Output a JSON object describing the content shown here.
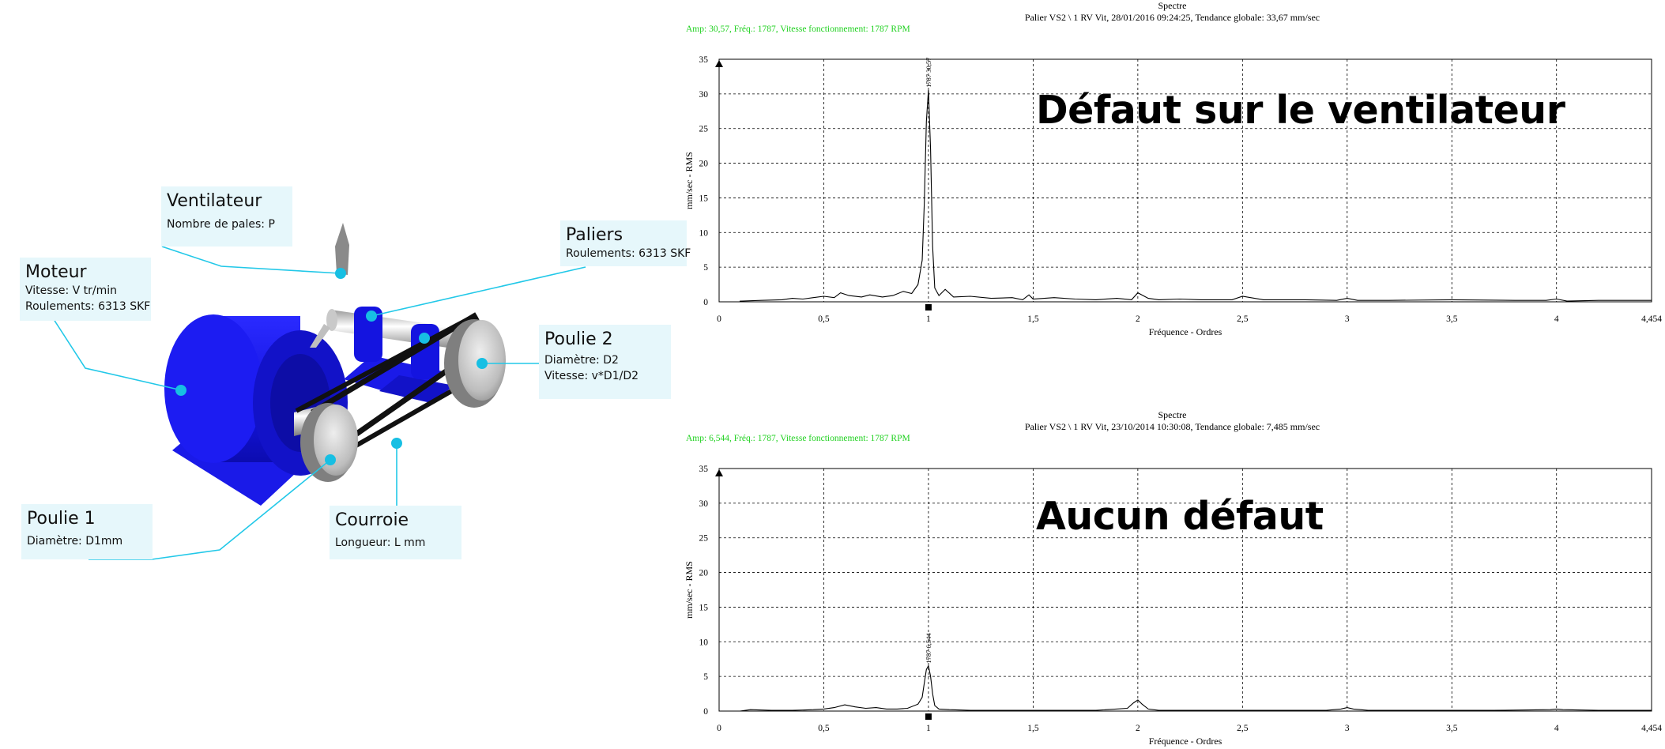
{
  "colors": {
    "callout_line": "#22c8e8",
    "callout_dot": "#17bfe3",
    "label_bg": "#e6f7fb",
    "motor_blue": "#1717ee",
    "amp_text": "#1fd11f"
  },
  "machine": {
    "ventilateur": {
      "title": "Ventilateur",
      "lines": [
        "Nombre de pales: P"
      ]
    },
    "moteur": {
      "title": "Moteur",
      "lines": [
        "Vitesse: V tr/min",
        "Roulements: 6313 SKF"
      ]
    },
    "paliers": {
      "title": "Paliers",
      "lines": [
        "Roulements: 6313 SKF"
      ]
    },
    "poulie2": {
      "title": "Poulie 2",
      "lines": [
        "Diamètre: D2",
        "Vitesse: v*D1/D2"
      ]
    },
    "poulie1": {
      "title": "Poulie 1",
      "lines": [
        "Diamètre: D1mm"
      ]
    },
    "courroie": {
      "title": "Courroie",
      "lines": [
        "Longueur: L mm"
      ]
    }
  },
  "spectra": [
    {
      "title": "Spectre",
      "subtitle": "Palier VS2 \\ 1 RV Vit, 28/01/2016 09:24:25, Tendance globale: 33,67 mm/sec",
      "amp_line": "Amp: 30,57, Fréq.: 1787, Vitesse fonctionnement: 1787 RPM",
      "annotation": "Défaut sur le ventilateur",
      "peak_label": "1787 30,57"
    },
    {
      "title": "Spectre",
      "subtitle": "Palier VS2 \\ 1 RV Vit, 23/10/2014 10:30:08, Tendance globale: 7,485 mm/sec",
      "amp_line": "Amp: 6,544, Fréq.: 1787, Vitesse fonctionnement: 1787 RPM",
      "annotation": "Aucun défaut",
      "peak_label": "1787 6,544"
    }
  ],
  "chart_data": [
    {
      "type": "line",
      "title": "Spectre",
      "xlabel": "Fréquence - Ordres",
      "ylabel": "mm/sec - RMS",
      "xlim": [
        0,
        4.454
      ],
      "ylim": [
        0,
        35
      ],
      "grid": true,
      "x_ticks": [
        0,
        0.5,
        1,
        1.5,
        2,
        2.5,
        3,
        3.5,
        4,
        4.454
      ],
      "x_tick_labels": [
        "0",
        "0,5",
        "1",
        "1,5",
        "2",
        "2,5",
        "3",
        "3,5",
        "4",
        "4,454"
      ],
      "y_ticks": [
        0,
        5,
        10,
        15,
        20,
        25,
        30,
        35
      ],
      "x": [
        0.1,
        0.2,
        0.3,
        0.35,
        0.4,
        0.45,
        0.5,
        0.55,
        0.58,
        0.62,
        0.68,
        0.72,
        0.78,
        0.83,
        0.88,
        0.92,
        0.95,
        0.97,
        0.98,
        0.99,
        1.0,
        1.01,
        1.02,
        1.03,
        1.05,
        1.08,
        1.12,
        1.2,
        1.3,
        1.4,
        1.45,
        1.48,
        1.5,
        1.6,
        1.7,
        1.8,
        1.9,
        1.97,
        2.0,
        2.05,
        2.1,
        2.2,
        2.3,
        2.45,
        2.5,
        2.6,
        2.8,
        2.95,
        3.0,
        3.05,
        3.2,
        3.5,
        3.8,
        3.95,
        4.0,
        4.05,
        4.2,
        4.3,
        4.454
      ],
      "series": [
        {
          "values": [
            0.1,
            0.2,
            0.3,
            0.5,
            0.4,
            0.6,
            0.8,
            0.6,
            1.3,
            0.9,
            0.7,
            1.0,
            0.7,
            0.9,
            1.5,
            1.2,
            2.5,
            6.0,
            14.0,
            26.0,
            30.57,
            22.0,
            8.0,
            2.0,
            0.9,
            1.8,
            0.7,
            0.8,
            0.5,
            0.6,
            0.3,
            1.0,
            0.4,
            0.6,
            0.4,
            0.3,
            0.5,
            0.3,
            1.3,
            0.5,
            0.3,
            0.4,
            0.3,
            0.3,
            0.8,
            0.3,
            0.3,
            0.2,
            0.5,
            0.2,
            0.2,
            0.3,
            0.2,
            0.2,
            0.4,
            0.1,
            0.2,
            0.2,
            0.2
          ]
        }
      ],
      "peak": {
        "x": 1.0,
        "y": 30.57
      }
    },
    {
      "type": "line",
      "title": "Spectre",
      "xlabel": "Fréquence - Ordres",
      "ylabel": "mm/sec - RMS",
      "xlim": [
        0,
        4.454
      ],
      "ylim": [
        0,
        35
      ],
      "grid": true,
      "x_ticks": [
        0,
        0.5,
        1,
        1.5,
        2,
        2.5,
        3,
        3.5,
        4,
        4.454
      ],
      "x_tick_labels": [
        "0",
        "0,5",
        "1",
        "1,5",
        "2",
        "2,5",
        "3",
        "3,5",
        "4",
        "4,454"
      ],
      "y_ticks": [
        0,
        5,
        10,
        15,
        20,
        25,
        30,
        35
      ],
      "x": [
        0.15,
        0.25,
        0.35,
        0.45,
        0.5,
        0.55,
        0.6,
        0.65,
        0.7,
        0.75,
        0.8,
        0.85,
        0.9,
        0.95,
        0.97,
        0.98,
        0.99,
        1.0,
        1.01,
        1.02,
        1.03,
        1.05,
        1.1,
        1.2,
        1.4,
        1.6,
        1.8,
        1.95,
        1.98,
        2.0,
        2.02,
        2.05,
        2.1,
        2.3,
        2.6,
        2.9,
        2.97,
        3.0,
        3.03,
        3.1,
        3.4,
        3.7,
        3.97,
        4.0,
        4.03,
        4.2,
        4.454
      ],
      "series": [
        {
          "values": [
            0.2,
            0.1,
            0.1,
            0.2,
            0.3,
            0.5,
            0.9,
            0.6,
            0.4,
            0.5,
            0.3,
            0.3,
            0.4,
            1.0,
            2.0,
            4.0,
            6.0,
            6.544,
            5.0,
            2.5,
            0.8,
            0.3,
            0.2,
            0.1,
            0.1,
            0.1,
            0.1,
            0.4,
            1.2,
            1.6,
            1.0,
            0.3,
            0.1,
            0.1,
            0.1,
            0.1,
            0.3,
            0.5,
            0.3,
            0.1,
            0.1,
            0.1,
            0.2,
            0.3,
            0.2,
            0.1,
            0.1
          ]
        }
      ],
      "peak": {
        "x": 1.0,
        "y": 6.544
      }
    }
  ]
}
